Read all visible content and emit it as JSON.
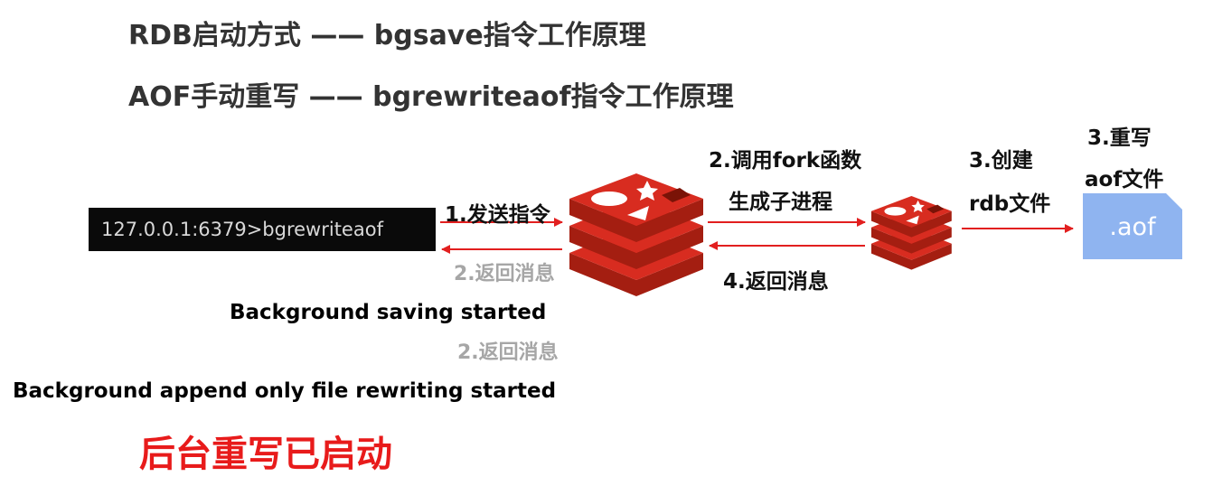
{
  "titles": {
    "rdb": "RDB启动方式 —— bgsave指令工作原理",
    "aof": "AOF手动重写 —— bgrewriteaof指令工作原理"
  },
  "command": "127.0.0.1:6379>bgrewriteaof",
  "steps": {
    "send": "1.发送指令",
    "return_gray": "2.返回消息",
    "fork_line1": "2.调用fork函数",
    "fork_line2": "生成子进程",
    "create_line1": "3.创建",
    "create_line2": "rdb文件",
    "rewrite_line1": "3.重写",
    "rewrite_line2": "aof文件",
    "return_child": "4.返回消息",
    "return_gray_2": "2.返回消息"
  },
  "aof_file_label": ".aof",
  "messages": {
    "bgsave": "Background saving started",
    "bgrewrite": "Background append only file rewriting started",
    "chinese": "后台重写已启动"
  },
  "colors": {
    "arrow": "#e21f1f",
    "redis_red": "#d82c20",
    "aof_blue": "#8fb4f0"
  }
}
